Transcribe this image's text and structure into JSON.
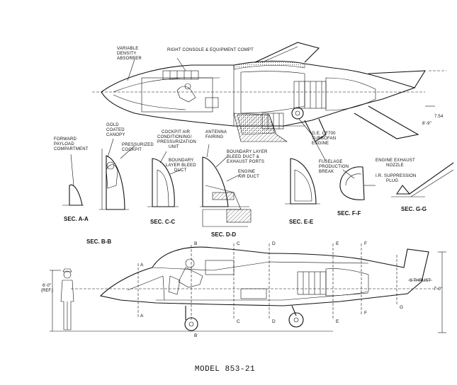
{
  "title": "MODEL 853-21",
  "plan_labels": {
    "variable_density": "VARIABLE DENSITY ABSORBER",
    "right_console": "RIGHT CONSOLE & EQUIPMENT COMPT",
    "ge_engine": "G.E. CF700 TURBOFAN ENGINE",
    "fuselage_break": "FUSELAGE PRODUCTION BREAK"
  },
  "section_labels": {
    "forward_payload": "FORWARD PAYLOAD COMPARTMENT",
    "gold_coated": "GOLD COATED CANOPY",
    "pressurized_cockpit": "PRESSURIZED COCKPIT",
    "cockpit_air": "COCKPIT AIR CONDITIONING/ PRESSURIZATION UNIT",
    "boundary_bleed": "BOUNDARY LAYER BLEED DUCT",
    "antenna": "ANTENNA FAIRING",
    "boundary_bleed_exhaust": "BOUNDARY LAYER BLEED DUCT & EXHAUST PORTS",
    "engine_air_duct": "ENGINE AIR DUCT",
    "engine_exhaust": "ENGINE EXHAUST NOZZLE",
    "ir_suppression": "I.R. SUPPRESSION PLUG"
  },
  "sections": {
    "a": "SEC. A-A",
    "b": "SEC. B-B",
    "c": "SEC. C-C",
    "d": "SEC. D-D",
    "e": "SEC. E-E",
    "f": "SEC. F-F",
    "g": "SEC. G-G"
  },
  "side_view": {
    "cut_labels": [
      "A",
      "B",
      "C",
      "D",
      "E",
      "F",
      "G"
    ],
    "height_dim": "6'-0\" (REF.)",
    "thrust": "S THRUST",
    "tail_dim": "7'-0\""
  }
}
